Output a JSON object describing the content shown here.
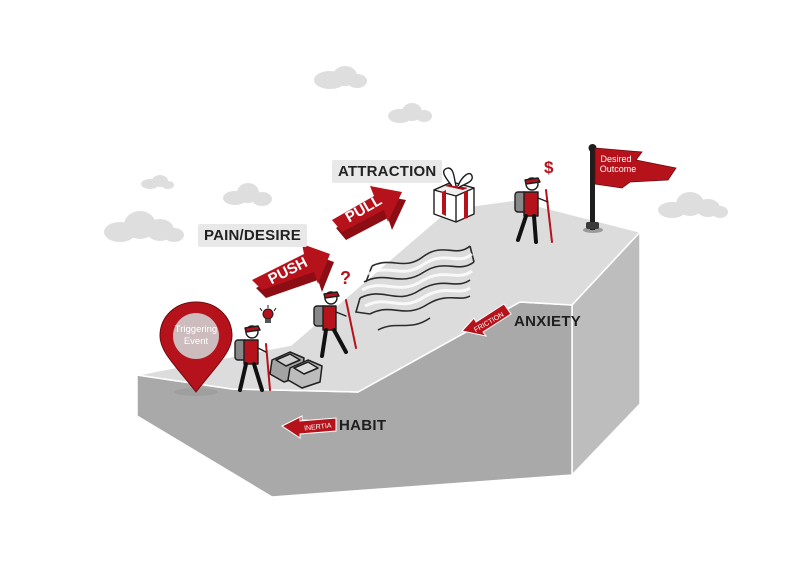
{
  "labels": {
    "pain_desire": "PAIN/DESIRE",
    "attraction": "ATTRACTION",
    "anxiety": "ANXIETY",
    "habit": "HABIT",
    "push": "PUSH",
    "pull": "PULL",
    "inertia": "INERTIA",
    "friction": "FRICTION",
    "triggering_line1": "Triggering",
    "triggering_line2": "Event",
    "desired_line1": "Desired",
    "desired_line2": "Outcome",
    "question_mark": "?",
    "dollar": "$"
  },
  "colors": {
    "accent_red": "#b5121b",
    "block_top": "#dcdcdc",
    "block_front": "#a9a9a9",
    "block_side": "#bdbdbd",
    "cloud": "#dedede",
    "label_bg": "#e8e8e8"
  },
  "icons": [
    "location-pin-icon",
    "flag-icon",
    "gift-box-icon",
    "lightbulb-icon",
    "dollar-sign-icon",
    "question-mark-icon",
    "cloud-icon",
    "hiker-icon",
    "rock-icon",
    "maze-icon"
  ]
}
